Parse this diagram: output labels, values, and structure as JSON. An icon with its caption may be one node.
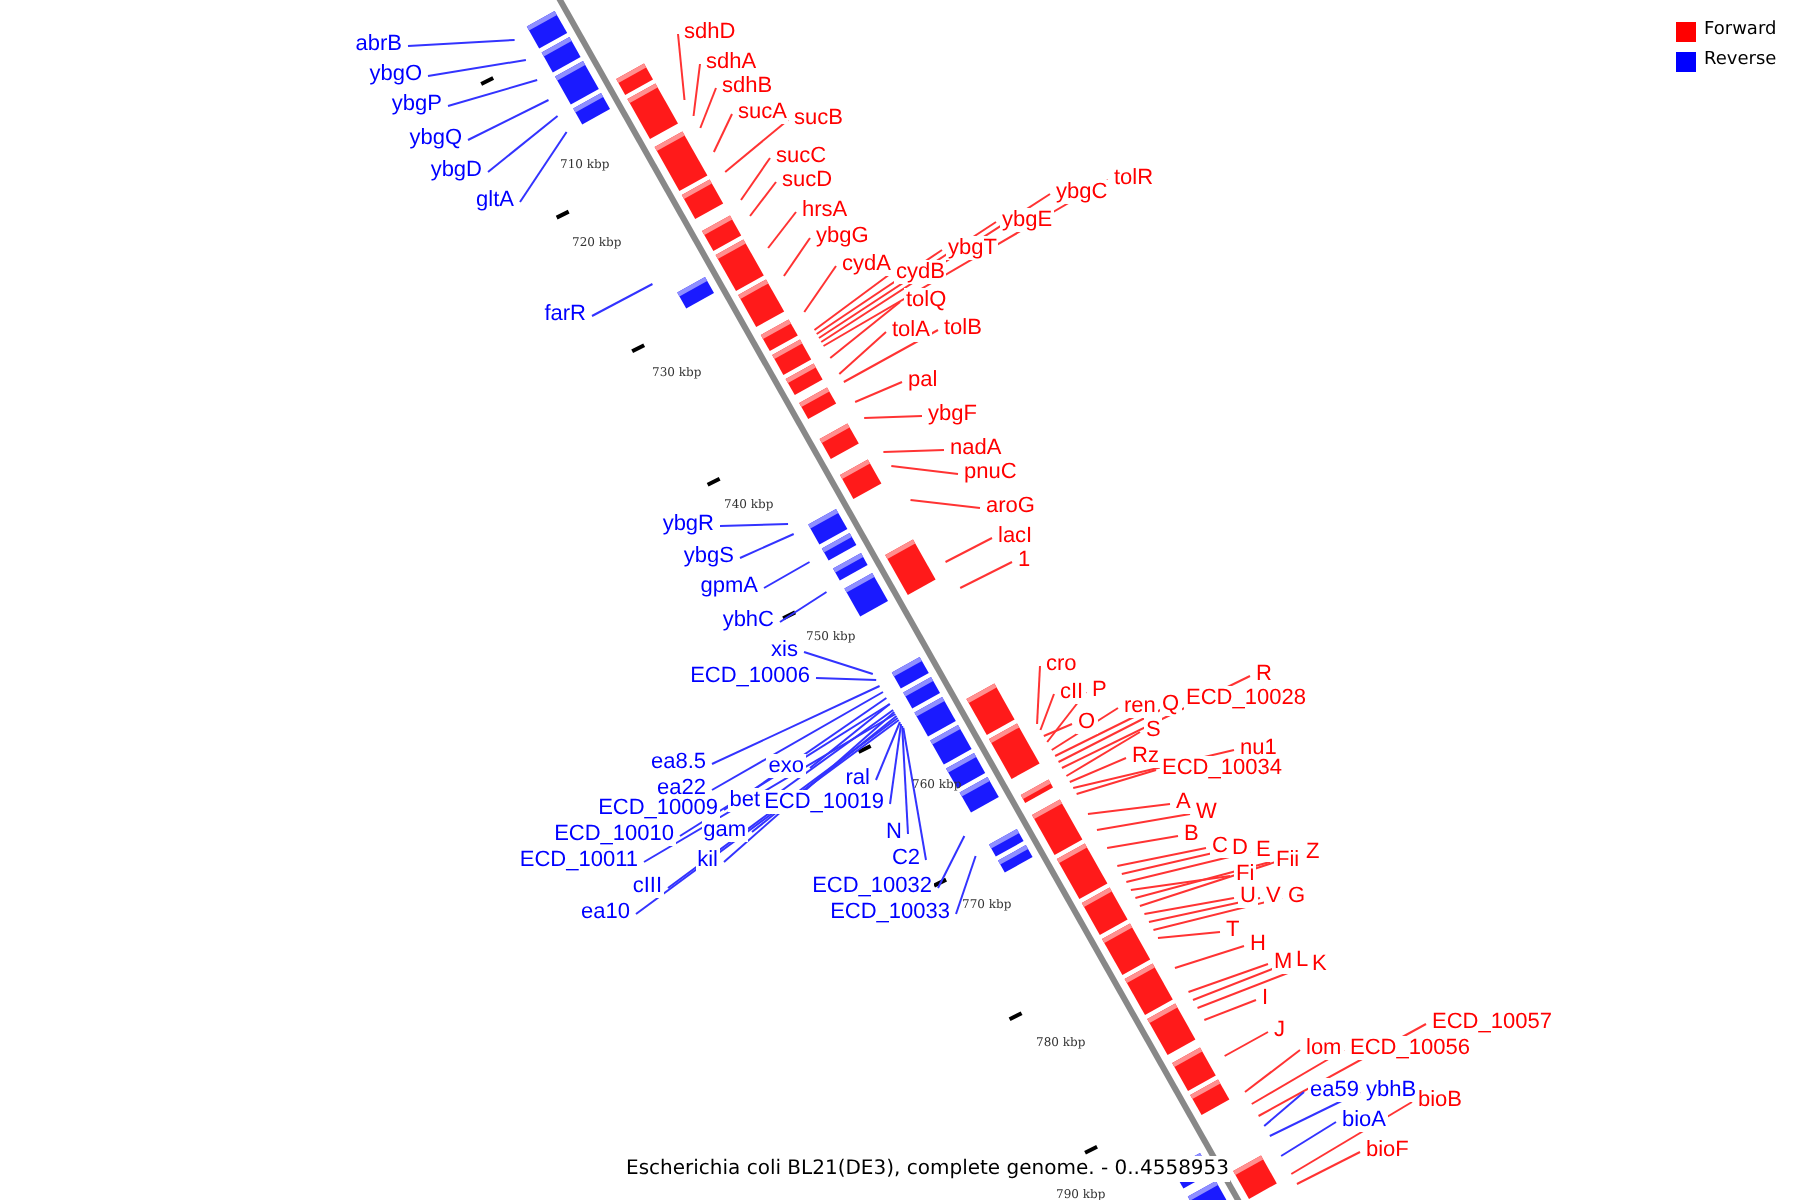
{
  "diagram": {
    "caption": "Escherichia coli BL21(DE3), complete genome. - 0..4558953",
    "nodes": [
      {
        "text": [
          "abrB"
        ]
      },
      {
        "text": [
          "ybgO"
        ]
      },
      {
        "text": [
          "ybgP"
        ]
      },
      {
        "text": [
          "ybgQ"
        ]
      },
      {
        "text": [
          "ybgD"
        ]
      },
      {
        "text": [
          "gltA"
        ]
      },
      {
        "text": [
          "farR"
        ]
      },
      {
        "text": [
          "sdhD"
        ]
      },
      {
        "text": [
          "sdhA"
        ]
      },
      {
        "text": [
          "sdhB"
        ]
      },
      {
        "text": [
          "sucA"
        ]
      },
      {
        "text": [
          "sucB"
        ]
      },
      {
        "text": [
          "sucC"
        ]
      },
      {
        "text": [
          "sucD"
        ]
      },
      {
        "text": [
          "hrsA"
        ]
      },
      {
        "text": [
          "ybgG"
        ]
      },
      {
        "text": [
          "cydA"
        ]
      },
      {
        "text": [
          "cydB"
        ]
      },
      {
        "text": [
          "ybgT"
        ]
      },
      {
        "text": [
          "ybgE"
        ]
      },
      {
        "text": [
          "ybgC"
        ]
      },
      {
        "text": [
          "tolR"
        ]
      },
      {
        "text": [
          "tolQ"
        ]
      },
      {
        "text": [
          "tolA"
        ]
      },
      {
        "text": [
          "tolB"
        ]
      },
      {
        "text": [
          "pal"
        ]
      },
      {
        "text": [
          "ybgF"
        ]
      },
      {
        "text": [
          "nadA"
        ]
      },
      {
        "text": [
          "pnuC"
        ]
      },
      {
        "text": [
          "aroG"
        ]
      },
      {
        "text": [
          "lacI"
        ]
      },
      {
        "text": [
          "1"
        ]
      },
      {
        "text": [
          "ybgR"
        ]
      },
      {
        "text": [
          "ybgS"
        ]
      },
      {
        "text": [
          "gpmA"
        ]
      },
      {
        "text": [
          "ybhC"
        ]
      },
      {
        "text": [
          "xis"
        ]
      },
      {
        "text": [
          "ECD_10006"
        ]
      },
      {
        "text": [
          "ea8.5"
        ]
      },
      {
        "text": [
          "exo"
        ]
      },
      {
        "text": [
          "ea22"
        ]
      },
      {
        "text": [
          "bet"
        ]
      },
      {
        "text": [
          "ECD_10009"
        ]
      },
      {
        "text": [
          "gam"
        ]
      },
      {
        "text": [
          "ECD_10010"
        ]
      },
      {
        "text": [
          "kil"
        ]
      },
      {
        "text": [
          "ECD_10011"
        ]
      },
      {
        "text": [
          "cIII"
        ]
      },
      {
        "text": [
          "ea10"
        ]
      },
      {
        "text": [
          "ral"
        ]
      },
      {
        "text": [
          "ECD_10019"
        ]
      },
      {
        "text": [
          "N"
        ]
      },
      {
        "text": [
          "C2"
        ]
      },
      {
        "text": [
          "ECD_10032"
        ]
      },
      {
        "text": [
          "ECD_10033"
        ]
      },
      {
        "text": [
          "cro"
        ]
      },
      {
        "text": [
          "cII"
        ]
      },
      {
        "text": [
          "O"
        ]
      },
      {
        "text": [
          "P"
        ]
      },
      {
        "text": [
          "ren"
        ]
      },
      {
        "text": [
          "Q"
        ]
      },
      {
        "text": [
          "ECD_10028"
        ]
      },
      {
        "text": [
          "R"
        ]
      },
      {
        "text": [
          "S"
        ]
      },
      {
        "text": [
          "Rz"
        ]
      },
      {
        "text": [
          "nu1"
        ]
      },
      {
        "text": [
          "ECD_10034"
        ]
      },
      {
        "text": [
          "A"
        ]
      },
      {
        "text": [
          "W"
        ]
      },
      {
        "text": [
          "B"
        ]
      },
      {
        "text": [
          "C"
        ]
      },
      {
        "text": [
          "D"
        ]
      },
      {
        "text": [
          "E"
        ]
      },
      {
        "text": [
          "Fi"
        ]
      },
      {
        "text": [
          "Fii"
        ]
      },
      {
        "text": [
          "Z"
        ]
      },
      {
        "text": [
          "U"
        ]
      },
      {
        "text": [
          "V"
        ]
      },
      {
        "text": [
          "G"
        ]
      },
      {
        "text": [
          "T"
        ]
      },
      {
        "text": [
          "H"
        ]
      },
      {
        "text": [
          "M"
        ]
      },
      {
        "text": [
          "L"
        ]
      },
      {
        "text": [
          "K"
        ]
      },
      {
        "text": [
          "I"
        ]
      },
      {
        "text": [
          "J"
        ]
      },
      {
        "text": [
          "lom"
        ]
      },
      {
        "text": [
          "ECD_10056"
        ]
      },
      {
        "text": [
          "ECD_10057"
        ]
      },
      {
        "text": [
          "ea59"
        ]
      },
      {
        "text": [
          "ybhB"
        ]
      },
      {
        "text": [
          "bioB"
        ]
      },
      {
        "text": [
          "bioA"
        ]
      },
      {
        "text": [
          "bioF"
        ]
      }
    ],
    "edges": [
      {
        "from": 0,
        "to": null,
        "arrow": "none",
        "color": "#3333ff"
      },
      {
        "from": 1,
        "to": null,
        "arrow": "none",
        "color": "#3333ff"
      },
      {
        "from": 2,
        "to": null,
        "arrow": "none",
        "color": "#3333ff"
      },
      {
        "from": 3,
        "to": null,
        "arrow": "none",
        "color": "#3333ff"
      },
      {
        "from": 4,
        "to": null,
        "arrow": "none",
        "color": "#3333ff"
      },
      {
        "from": 5,
        "to": null,
        "arrow": "none",
        "color": "#3333ff"
      },
      {
        "from": 6,
        "to": null,
        "arrow": "none",
        "color": "#3333ff"
      },
      {
        "from": 7,
        "to": null,
        "arrow": "none"
      },
      {
        "from": 8,
        "to": null,
        "arrow": "none"
      },
      {
        "from": 9,
        "to": null,
        "arrow": "none"
      },
      {
        "from": 10,
        "to": null,
        "arrow": "none"
      },
      {
        "from": 11,
        "to": null,
        "arrow": "none"
      },
      {
        "from": 12,
        "to": null,
        "arrow": "none"
      },
      {
        "from": 13,
        "to": null,
        "arrow": "none"
      },
      {
        "from": 14,
        "to": null,
        "arrow": "none"
      },
      {
        "from": 15,
        "to": null,
        "arrow": "none"
      },
      {
        "from": 16,
        "to": null,
        "arrow": "none"
      },
      {
        "from": 17,
        "to": null,
        "arrow": "none"
      },
      {
        "from": 18,
        "to": null,
        "arrow": "none"
      },
      {
        "from": 19,
        "to": null,
        "arrow": "none"
      },
      {
        "from": 20,
        "to": null,
        "arrow": "none"
      },
      {
        "from": 21,
        "to": null,
        "arrow": "none"
      },
      {
        "from": 22,
        "to": null,
        "arrow": "none"
      },
      {
        "from": 23,
        "to": null,
        "arrow": "none"
      },
      {
        "from": 24,
        "to": null,
        "arrow": "none"
      },
      {
        "from": 25,
        "to": null,
        "arrow": "none"
      },
      {
        "from": 26,
        "to": null,
        "arrow": "none"
      },
      {
        "from": 27,
        "to": null,
        "arrow": "none"
      },
      {
        "from": 28,
        "to": null,
        "arrow": "none"
      },
      {
        "from": 29,
        "to": null,
        "arrow": "none"
      },
      {
        "from": 30,
        "to": null,
        "arrow": "none"
      },
      {
        "from": 31,
        "to": null,
        "arrow": "none"
      },
      {
        "from": 32,
        "to": null,
        "arrow": "none",
        "color": "#3333ff"
      },
      {
        "from": 33,
        "to": null,
        "arrow": "none",
        "color": "#3333ff"
      },
      {
        "from": 34,
        "to": null,
        "arrow": "none",
        "color": "#3333ff"
      },
      {
        "from": 35,
        "to": null,
        "arrow": "none",
        "color": "#3333ff"
      },
      {
        "from": 36,
        "to": null,
        "arrow": "none",
        "color": "#3333ff"
      },
      {
        "from": 37,
        "to": null,
        "arrow": "none",
        "color": "#3333ff"
      },
      {
        "from": 38,
        "to": null,
        "arrow": "none",
        "color": "#3333ff"
      },
      {
        "from": 39,
        "to": null,
        "arrow": "none",
        "color": "#3333ff"
      },
      {
        "from": 40,
        "to": null,
        "arrow": "none",
        "color": "#3333ff"
      },
      {
        "from": 41,
        "to": null,
        "arrow": "none",
        "color": "#3333ff"
      },
      {
        "from": 42,
        "to": null,
        "arrow": "none",
        "color": "#3333ff"
      },
      {
        "from": 43,
        "to": null,
        "arrow": "none",
        "color": "#3333ff"
      },
      {
        "from": 44,
        "to": null,
        "arrow": "none",
        "color": "#3333ff"
      },
      {
        "from": 45,
        "to": null,
        "arrow": "none",
        "color": "#3333ff"
      },
      {
        "from": 46,
        "to": null,
        "arrow": "none",
        "color": "#3333ff"
      },
      {
        "from": 47,
        "to": null,
        "arrow": "none",
        "color": "#3333ff"
      },
      {
        "from": 48,
        "to": null,
        "arrow": "none",
        "color": "#3333ff"
      },
      {
        "from": 49,
        "to": null,
        "arrow": "none",
        "color": "#3333ff"
      },
      {
        "from": 50,
        "to": null,
        "arrow": "none",
        "color": "#3333ff"
      },
      {
        "from": 51,
        "to": null,
        "arrow": "none",
        "color": "#3333ff"
      },
      {
        "from": 52,
        "to": null,
        "arrow": "none",
        "color": "#3333ff"
      },
      {
        "from": 53,
        "to": null,
        "arrow": "none",
        "color": "#3333ff"
      },
      {
        "from": 54,
        "to": null,
        "arrow": "none",
        "color": "#3333ff"
      },
      {
        "from": 55,
        "to": null,
        "arrow": "none"
      },
      {
        "from": 56,
        "to": null,
        "arrow": "none"
      },
      {
        "from": 57,
        "to": null,
        "arrow": "none"
      },
      {
        "from": 58,
        "to": null,
        "arrow": "none"
      },
      {
        "from": 59,
        "to": null,
        "arrow": "none"
      },
      {
        "from": 60,
        "to": null,
        "arrow": "none"
      },
      {
        "from": 61,
        "to": null,
        "arrow": "none"
      },
      {
        "from": 62,
        "to": null,
        "arrow": "none"
      },
      {
        "from": 63,
        "to": null,
        "arrow": "none"
      },
      {
        "from": 64,
        "to": null,
        "arrow": "none"
      },
      {
        "from": 65,
        "to": null,
        "arrow": "none"
      },
      {
        "from": 66,
        "to": null,
        "arrow": "none"
      },
      {
        "from": 67,
        "to": null,
        "arrow": "none"
      },
      {
        "from": 68,
        "to": null,
        "arrow": "none"
      },
      {
        "from": 69,
        "to": null,
        "arrow": "none"
      },
      {
        "from": 70,
        "to": null,
        "arrow": "none"
      },
      {
        "from": 71,
        "to": null,
        "arrow": "none"
      },
      {
        "from": 72,
        "to": null,
        "arrow": "none"
      },
      {
        "from": 73,
        "to": null,
        "arrow": "none"
      },
      {
        "from": 74,
        "to": null,
        "arrow": "none"
      },
      {
        "from": 75,
        "to": null,
        "arrow": "none"
      },
      {
        "from": 76,
        "to": null,
        "arrow": "none"
      },
      {
        "from": 77,
        "to": null,
        "arrow": "none"
      },
      {
        "from": 78,
        "to": null,
        "arrow": "none"
      },
      {
        "from": 79,
        "to": null,
        "arrow": "none"
      },
      {
        "from": 80,
        "to": null,
        "arrow": "none"
      },
      {
        "from": 81,
        "to": null,
        "arrow": "none"
      },
      {
        "from": 82,
        "to": null,
        "arrow": "none"
      },
      {
        "from": 83,
        "to": null,
        "arrow": "none"
      },
      {
        "from": 84,
        "to": null,
        "arrow": "none"
      },
      {
        "from": 85,
        "to": null,
        "arrow": "none"
      },
      {
        "from": 86,
        "to": null,
        "arrow": "none"
      },
      {
        "from": 87,
        "to": null,
        "arrow": "none"
      },
      {
        "from": 88,
        "to": null,
        "arrow": "none"
      },
      {
        "from": 89,
        "to": null,
        "arrow": "none",
        "color": "#3333ff"
      },
      {
        "from": 90,
        "to": null,
        "arrow": "none",
        "color": "#3333ff"
      },
      {
        "from": 91,
        "to": null,
        "arrow": "none"
      },
      {
        "from": 92,
        "to": null,
        "arrow": "none",
        "color": "#3333ff"
      },
      {
        "from": 93,
        "to": null,
        "arrow": "none"
      }
    ],
    "labels": [
      "710 kbp",
      "720 kbp",
      "730 kbp",
      "740 kbp",
      "750 kbp",
      "760 kbp",
      "770 kbp",
      "780 kbp",
      "790 kbp"
    ],
    "legend": [
      {
        "text": "Forward",
        "color": "#ff0000"
      },
      {
        "text": "Reverse",
        "color": "#0000ff"
      }
    ]
  }
}
